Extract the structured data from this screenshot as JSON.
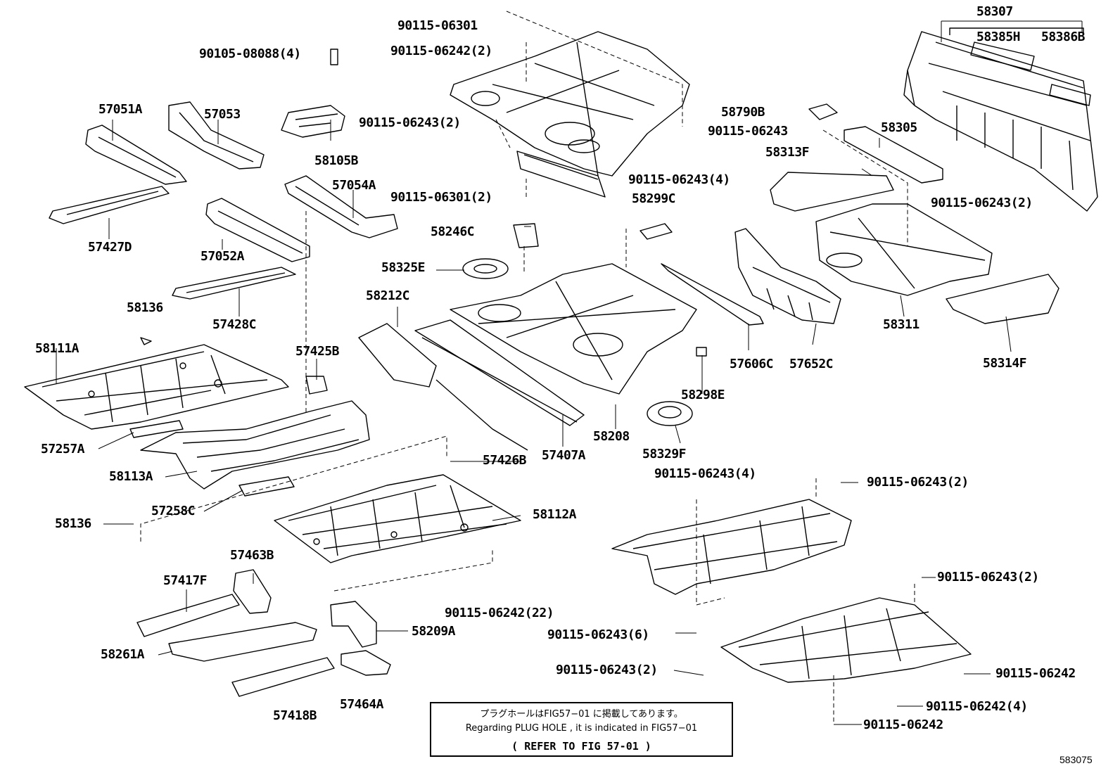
{
  "parts": {
    "p58307": "58307",
    "p58385h": "58385H",
    "p58386b": "58386B",
    "p90115_06301_a": "90115-06301",
    "p90105_08088": "90105-08088(4)",
    "p90115_06242_2a": "90115-06242(2)",
    "p57051a": "57051A",
    "p57053": "57053",
    "p90115_06243_2a": "90115-06243(2)",
    "p58790b": "58790B",
    "p90115_06243_a": "90115-06243",
    "p58305": "58305",
    "p58105b": "58105B",
    "p58313f": "58313F",
    "p90115_06243_4a": "90115-06243(4)",
    "p57054a": "57054A",
    "p90115_06301_2": "90115-06301(2)",
    "p58299c": "58299C",
    "p90115_06243_2b": "90115-06243(2)",
    "p57427d": "57427D",
    "p58246c": "58246C",
    "p57052a": "57052A",
    "p58325e": "58325E",
    "p58212c": "58212C",
    "p58136_a": "58136",
    "p57428c": "57428C",
    "p58311": "58311",
    "p58111a": "58111A",
    "p57425b": "57425B",
    "p57606c": "57606C",
    "p57652c": "57652C",
    "p58314f": "58314F",
    "p58298e": "58298E",
    "p58208": "58208",
    "p57257a": "57257A",
    "p58329f": "58329F",
    "p57426b": "57426B",
    "p57407a": "57407A",
    "p90115_06243_4b": "90115-06243(4)",
    "p58113a": "58113A",
    "p90115_06243_2c": "90115-06243(2)",
    "p57258c": "57258C",
    "p58112a": "58112A",
    "p58136_b": "58136",
    "p57463b": "57463B",
    "p57417f": "57417F",
    "p90115_06243_2d": "90115-06243(2)",
    "p90115_06242_22": "90115-06242(22)",
    "p58209a": "58209A",
    "p90115_06243_6": "90115-06243(6)",
    "p58261a": "58261A",
    "p90115_06243_2e": "90115-06243(2)",
    "p90115_06242_a": "90115-06242",
    "p90115_06242_4": "90115-06242(4)",
    "p57418b": "57418B",
    "p57464a": "57464A",
    "p90115_06242_b": "90115-06242"
  },
  "note": {
    "line1": "プラグホールはFIG57−01 に掲載してあります。",
    "line2": "Regarding PLUG HOLE , it is indicated in FIG57−01",
    "line3": "(  REFER TO FIG 57-01 )"
  },
  "figure_id": "583075"
}
